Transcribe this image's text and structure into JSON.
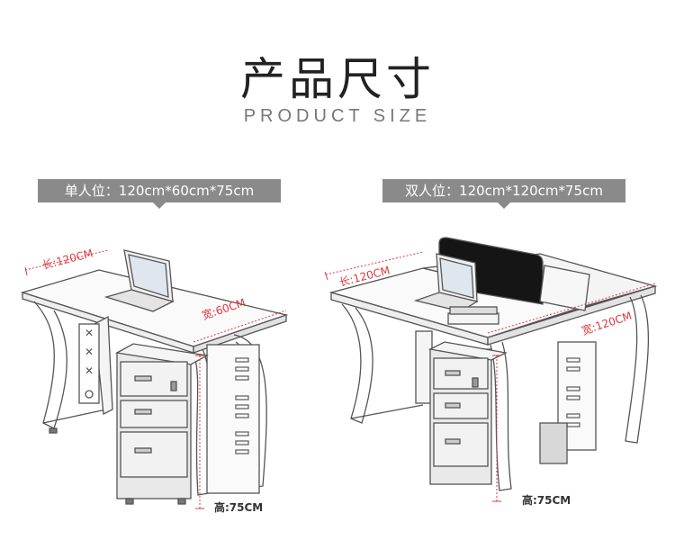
{
  "header": {
    "title_cn": "产品尺寸",
    "title_en": "PRODUCT SIZE"
  },
  "single": {
    "spec": "单人位：120cm*60cm*75cm",
    "length": "长:120CM",
    "width": "宽:60CM",
    "height": "高:75CM"
  },
  "double": {
    "spec": "双人位：120cm*120cm*75cm",
    "length": "长:120CM",
    "width": "宽:120CM",
    "height": "高:75CM"
  },
  "colors": {
    "dimension": "#e0383e",
    "banner": "#8a8a8a"
  }
}
